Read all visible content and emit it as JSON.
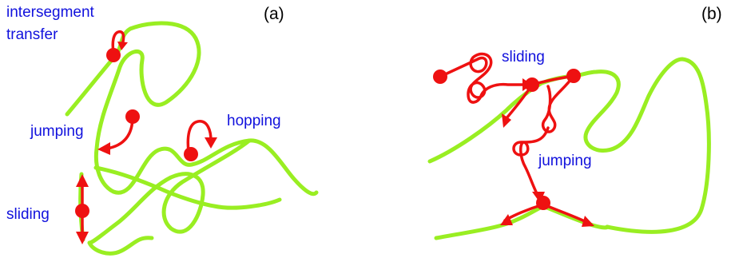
{
  "panel_a": {
    "tag": "(a)",
    "labels": {
      "intersegment_line1": "intersegment",
      "intersegment_line2": "transfer",
      "jumping": "jumping",
      "hopping": "hopping",
      "sliding": "sliding"
    }
  },
  "panel_b": {
    "tag": "(b)",
    "labels": {
      "sliding": "sliding",
      "jumping": "jumping"
    }
  },
  "colors": {
    "dna": "#99ee22",
    "protein": "#ee1111",
    "label": "#1111dd",
    "panel_tag": "#000000"
  }
}
